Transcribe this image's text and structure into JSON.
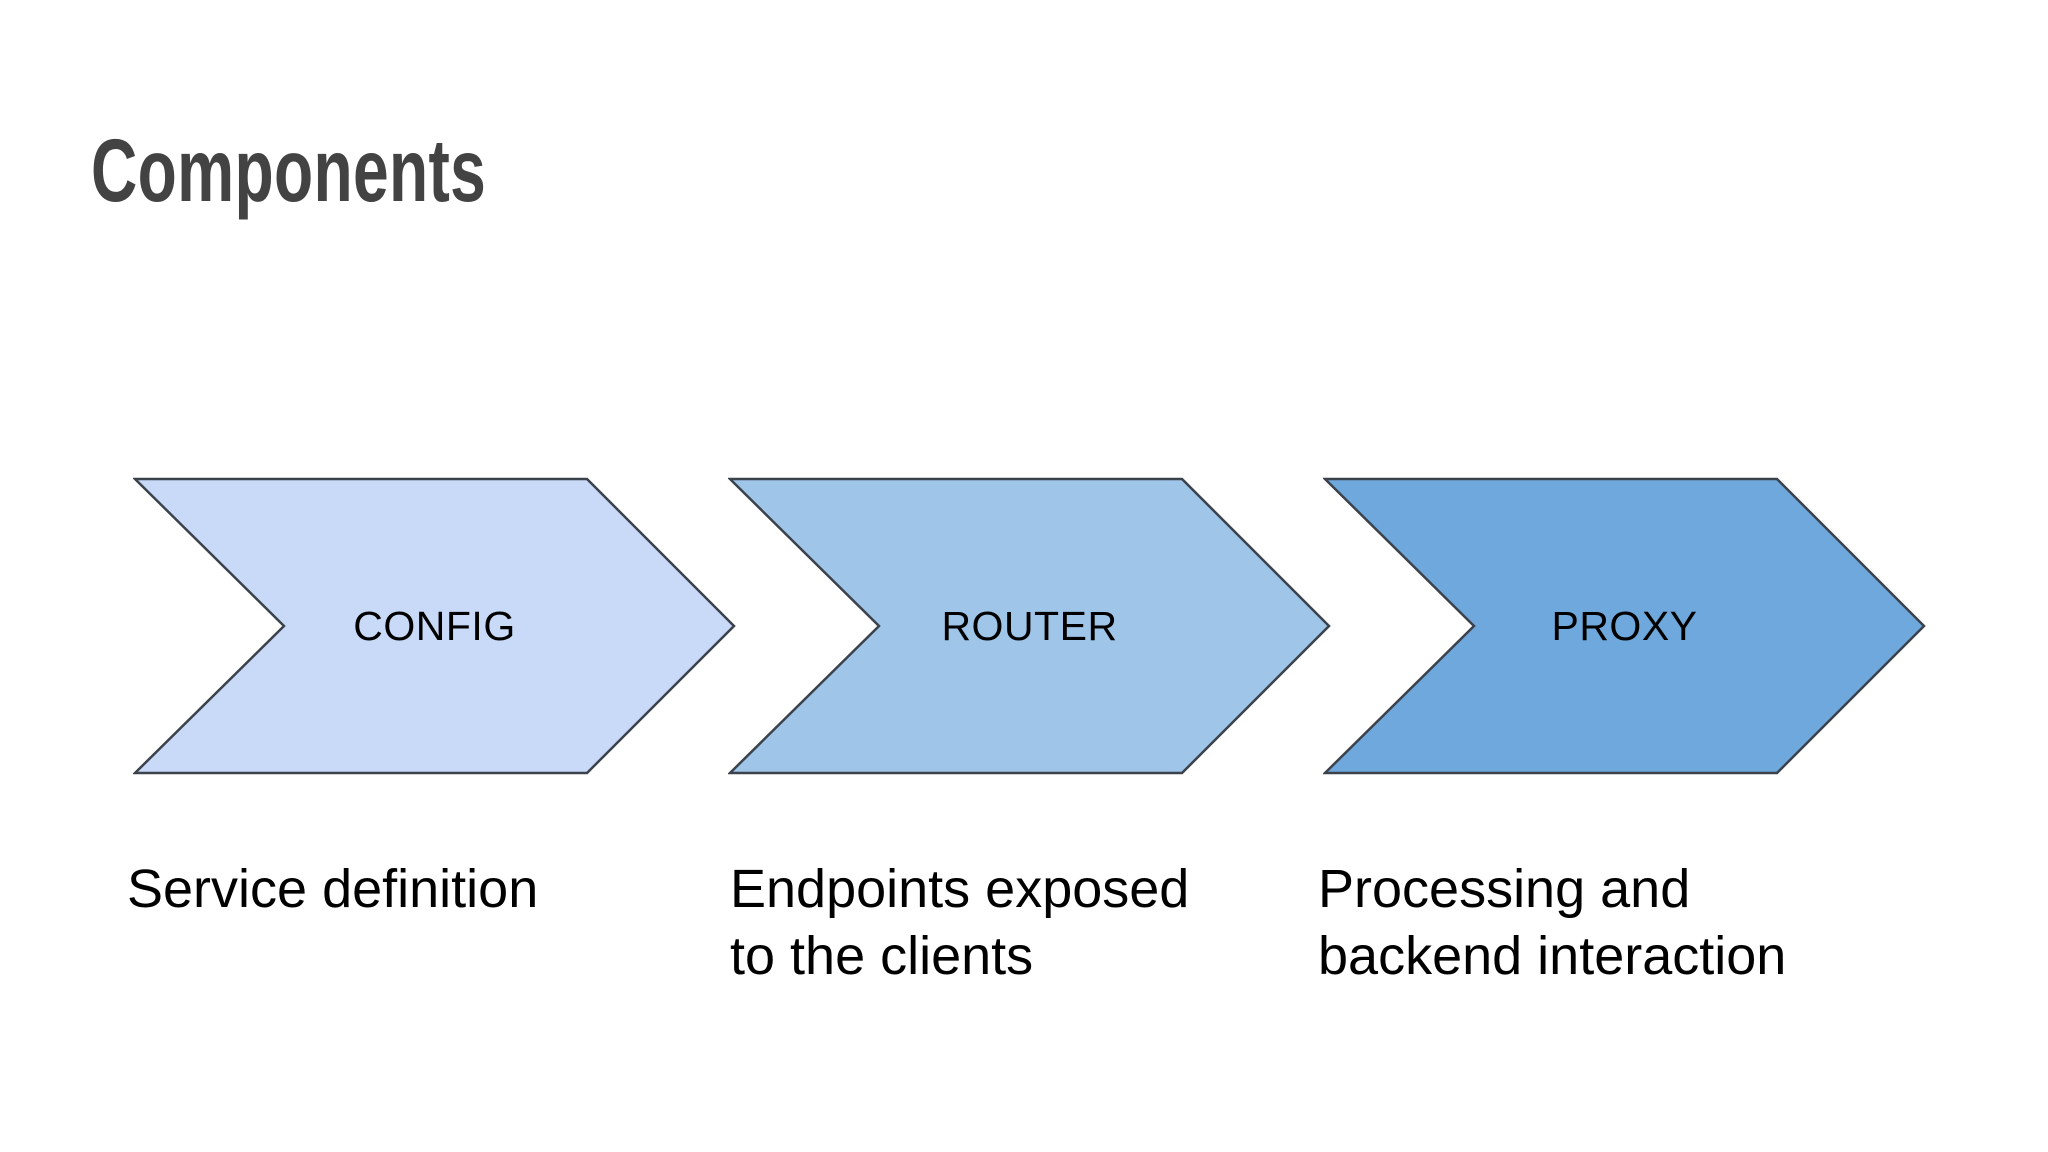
{
  "slide": {
    "title": "Components",
    "background": "#ffffff"
  },
  "colors": {
    "title": "#434343",
    "shape_outline": "#3b424c",
    "shape_text": "#000000",
    "caption_text": "#000000"
  },
  "diagram": {
    "type": "process-flow-chevrons",
    "direction": "left-to-right",
    "steps": [
      {
        "label": "CONFIG",
        "caption": "Service definition",
        "fill": "#c9daf8"
      },
      {
        "label": "ROUTER",
        "caption": "Endpoints exposed\nto the clients",
        "fill": "#9fc5e8"
      },
      {
        "label": "PROXY",
        "caption": "Processing and\nbackend interaction",
        "fill": "#6fa8dc"
      }
    ]
  }
}
